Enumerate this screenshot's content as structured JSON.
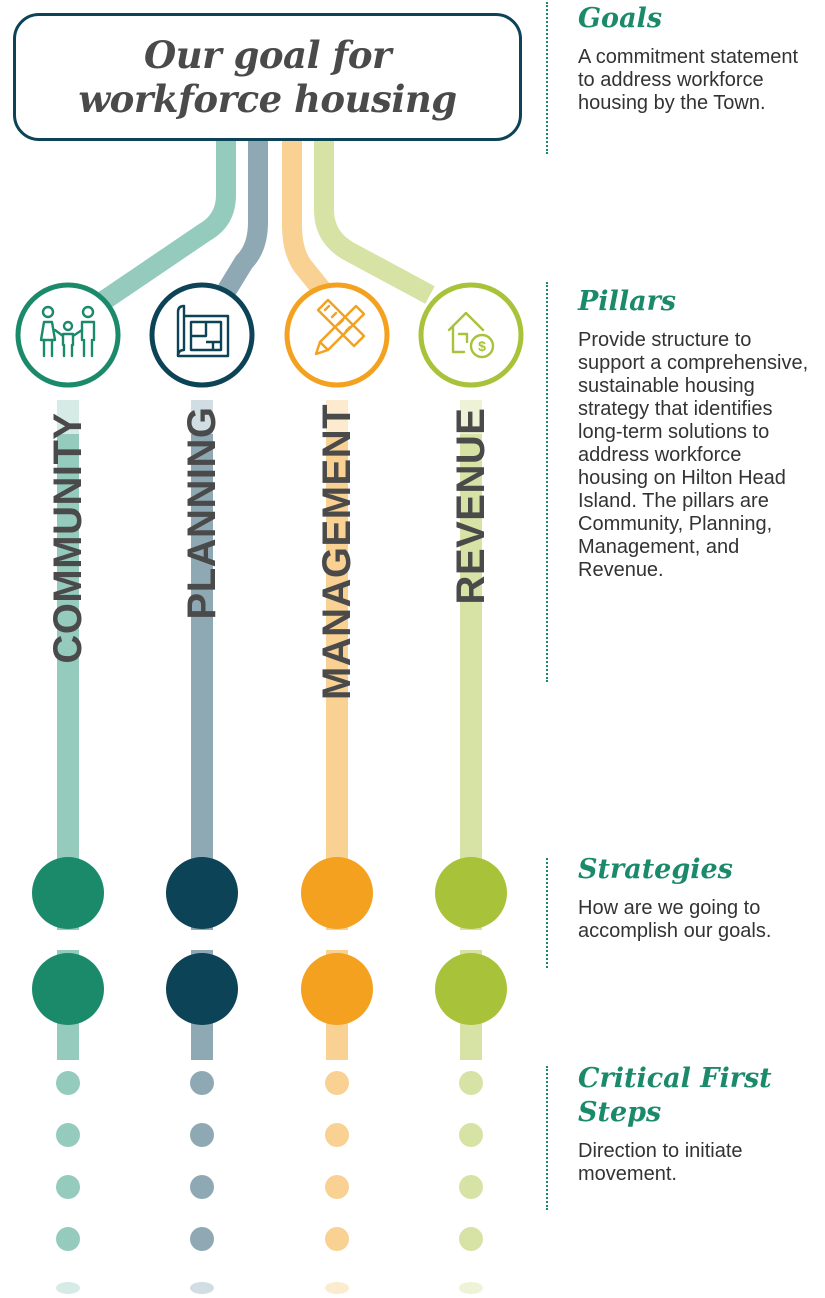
{
  "goal": {
    "title_line1": "Our goal for",
    "title_line2": "workforce housing"
  },
  "pillars": [
    {
      "label": "COMMUNITY",
      "icon": "family-icon",
      "main_color": "#1b8a6b",
      "light_color": "#95cbbd",
      "pale_color": "#d6ebe6"
    },
    {
      "label": "PLANNING",
      "icon": "blueprint-icon",
      "main_color": "#0d4356",
      "light_color": "#8fa9b4",
      "pale_color": "#d0dde2"
    },
    {
      "label": "MANAGEMENT",
      "icon": "ruler-pencil-icon",
      "main_color": "#f3a11e",
      "light_color": "#f8d193",
      "pale_color": "#fcebcf"
    },
    {
      "label": "REVENUE",
      "icon": "house-dollar-icon",
      "main_color": "#a8c23a",
      "light_color": "#d6e3a4",
      "pale_color": "#eef3d8"
    }
  ],
  "legend": [
    {
      "heading": "Goals",
      "description": "A commitment statement to address workforce housing by the Town."
    },
    {
      "heading": "Pillars",
      "description": "Provide structure to support a comprehensive, sustainable housing strategy that identifies long-term solutions to address workforce housing on Hilton Head Island. The pillars are Community, Planning, Management, and Revenue."
    },
    {
      "heading": "Strategies",
      "description": "How are we going to accomplish our goals."
    },
    {
      "heading": "Critical First Steps",
      "description": "Direction to initiate movement."
    }
  ],
  "colors": {
    "frame": "#0d4356",
    "heading": "#1b8a6b",
    "label_text": "#4a4a4a",
    "body_text": "#333333"
  }
}
